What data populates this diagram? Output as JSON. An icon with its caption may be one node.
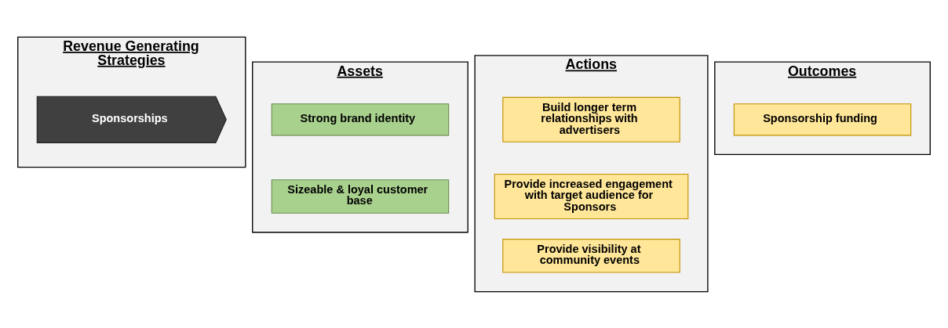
{
  "diagram": {
    "nodes": [
      {
        "text": [
          "Revenue Generating Strategies"
        ]
      },
      {
        "text": [
          "Sponsorships"
        ],
        "in": 0
      },
      {
        "text": [
          "Assets"
        ]
      },
      {
        "text": [
          "Strong brand identity"
        ],
        "in": 2
      },
      {
        "text": [
          "Sizeable & loyal customer base"
        ],
        "in": 2
      },
      {
        "text": [
          "Actions"
        ]
      },
      {
        "text": [
          "Build longer term relationships with advertisers"
        ],
        "in": 5
      },
      {
        "text": [
          "Provide increased engagement with target audience for Sponsors"
        ],
        "in": 5
      },
      {
        "text": [
          "Provide visibility at community events"
        ],
        "in": 5
      },
      {
        "text": [
          "Outcomes"
        ]
      },
      {
        "text": [
          "Sponsorship funding"
        ],
        "in": 9
      }
    ],
    "edges": []
  }
}
